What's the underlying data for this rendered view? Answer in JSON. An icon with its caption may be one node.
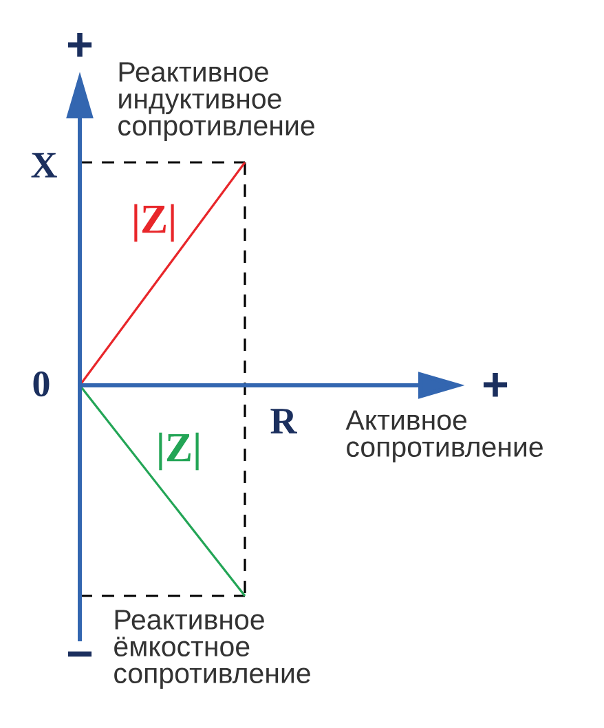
{
  "diagram": {
    "labels": [
      "+",
      "Реактивное индуктивное сопротивление",
      "X",
      "|Z|",
      "0",
      "R",
      "+",
      "|Z|",
      "Активное сопротивление",
      "Реактивное ёмкостное сопротивление",
      "−"
    ]
  }
}
